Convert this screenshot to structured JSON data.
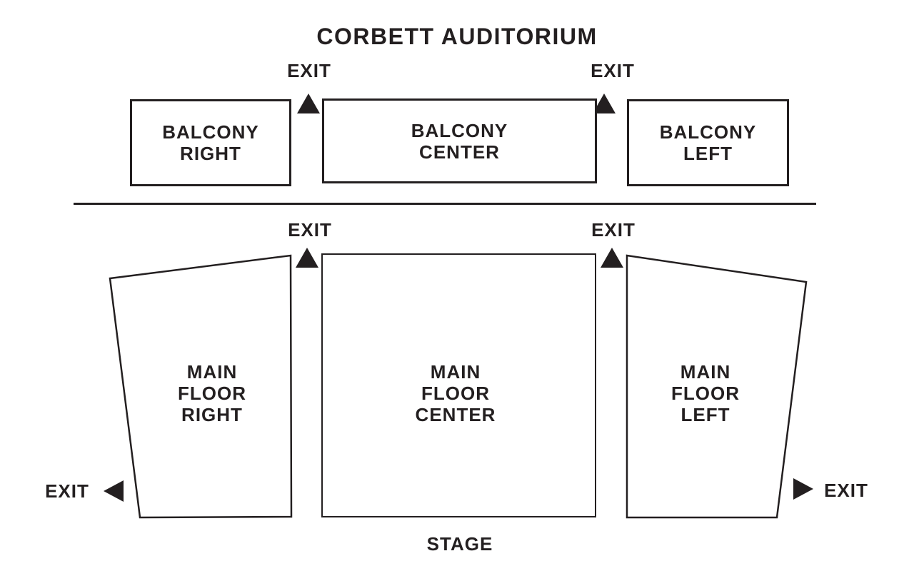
{
  "title": "CORBETT AUDITORIUM",
  "colors": {
    "ink": "#231f20",
    "paper": "#ffffff"
  },
  "sections": {
    "balcony_right": {
      "label": "BALCONY\nRIGHT"
    },
    "balcony_center": {
      "label": "BALCONY\nCENTER"
    },
    "balcony_left": {
      "label": "BALCONY\nLEFT"
    },
    "main_floor_right": {
      "label": "MAIN\nFLOOR\nRIGHT"
    },
    "main_floor_center": {
      "label": "MAIN\nFLOOR\nCENTER"
    },
    "main_floor_left": {
      "label": "MAIN\nFLOOR\nLEFT"
    }
  },
  "exits": {
    "balcony_upper_left": {
      "label": "EXIT",
      "direction": "up"
    },
    "balcony_upper_right": {
      "label": "EXIT",
      "direction": "up"
    },
    "main_floor_upper_left": {
      "label": "EXIT",
      "direction": "up"
    },
    "main_floor_upper_right": {
      "label": "EXIT",
      "direction": "up"
    },
    "house_side_left": {
      "label": "EXIT",
      "direction": "left"
    },
    "house_side_right": {
      "label": "EXIT",
      "direction": "right"
    }
  },
  "stage": {
    "label": "STAGE"
  }
}
